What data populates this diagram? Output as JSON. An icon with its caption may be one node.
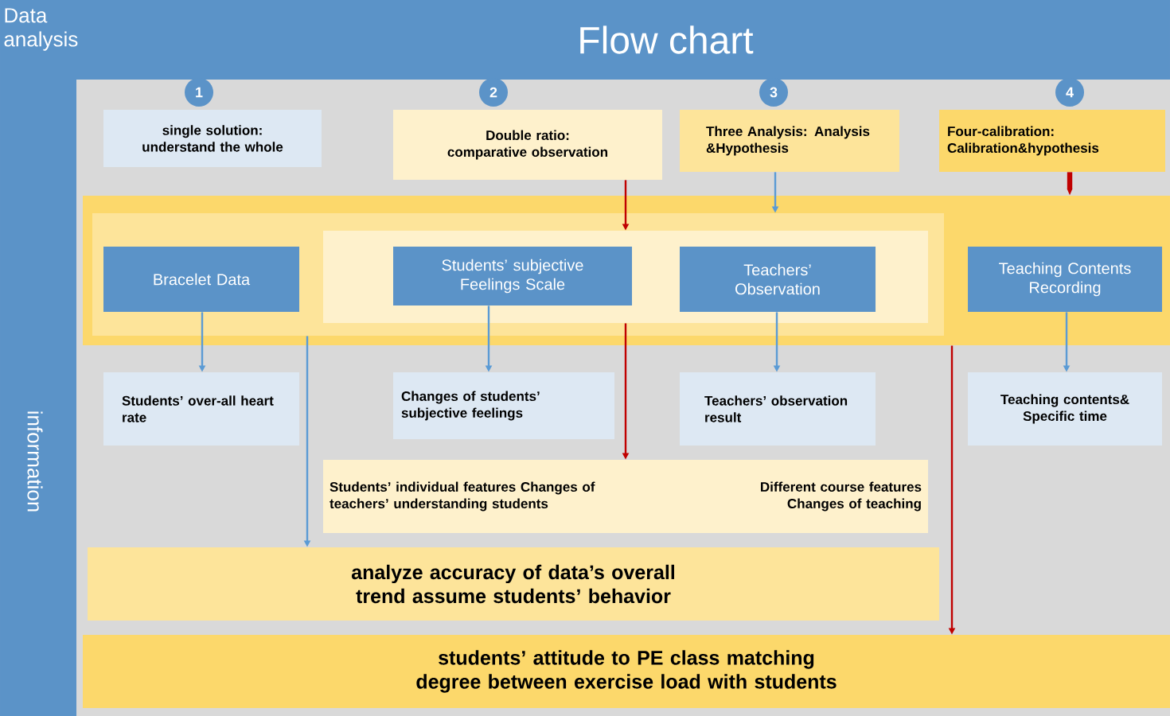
{
  "diagram": {
    "title": "Flow chart",
    "nodes": [
      {
        "text": [
          "1"
        ]
      },
      {
        "text": [
          "2"
        ]
      },
      {
        "text": [
          "3"
        ]
      },
      {
        "text": [
          "4"
        ]
      },
      {
        "text": [
          "single solution: understand the whole"
        ]
      },
      {
        "text": [
          "Double ratio: comparative observation"
        ]
      },
      {
        "text": [
          "Three Analysis: Analysis &Hypothesis"
        ]
      },
      {
        "text": [
          "Four-calibration: Calibration&hypothesis"
        ]
      },
      {
        "text": [],
        "shape": "box"
      },
      {
        "text": [],
        "shape": "box",
        "in": 8
      },
      {
        "text": [],
        "shape": "box",
        "in": 9
      },
      {
        "text": [
          "Bracelet Data"
        ],
        "in": 9
      },
      {
        "text": [
          "Students’ subjective Feelings Scale"
        ],
        "in": 10
      },
      {
        "text": [
          "Teachers’ Observation"
        ],
        "in": 10
      },
      {
        "text": [
          "Teaching Contents Recording"
        ],
        "in": 8
      },
      {
        "text": [
          "Students’ over-all heart rate"
        ]
      },
      {
        "text": [
          "Changes of students’ subjective feelings"
        ]
      },
      {
        "text": [
          "Teachers’ observation result"
        ]
      },
      {
        "text": [
          "Teaching contents& Specific time"
        ]
      },
      {
        "text": [
          "Students’ individual features Changes of teachers’ understanding students",
          "Different course features Changes of teaching"
        ]
      },
      {
        "text": [
          "analyze accuracy of data’s overall trend assume students’ behavior"
        ]
      },
      {
        "text": [
          "students’ attitude to PE class matching degree between exercise load with students"
        ]
      }
    ],
    "edges": [
      {
        "from": 5,
        "to": 10,
        "arrow": "to",
        "color": "#c00000"
      },
      {
        "from": 6,
        "to": 9,
        "arrow": "to"
      },
      {
        "from": 7,
        "to": 8,
        "arrow": "to",
        "color": "#c00000",
        "style": "thick"
      },
      {
        "from": 11,
        "to": 15,
        "arrow": "to"
      },
      {
        "from": 12,
        "to": 16,
        "arrow": "to"
      },
      {
        "from": 13,
        "to": 17,
        "arrow": "to"
      },
      {
        "from": 14,
        "to": 18,
        "arrow": "to"
      },
      {
        "from": 9,
        "to": 20,
        "arrow": "to"
      },
      {
        "from": 10,
        "to": 19,
        "arrow": "to",
        "color": "#c00000"
      },
      {
        "from": 8,
        "to": 21,
        "arrow": "to",
        "color": "#c00000"
      }
    ],
    "labels": [
      "Data analysis",
      "information"
    ]
  }
}
